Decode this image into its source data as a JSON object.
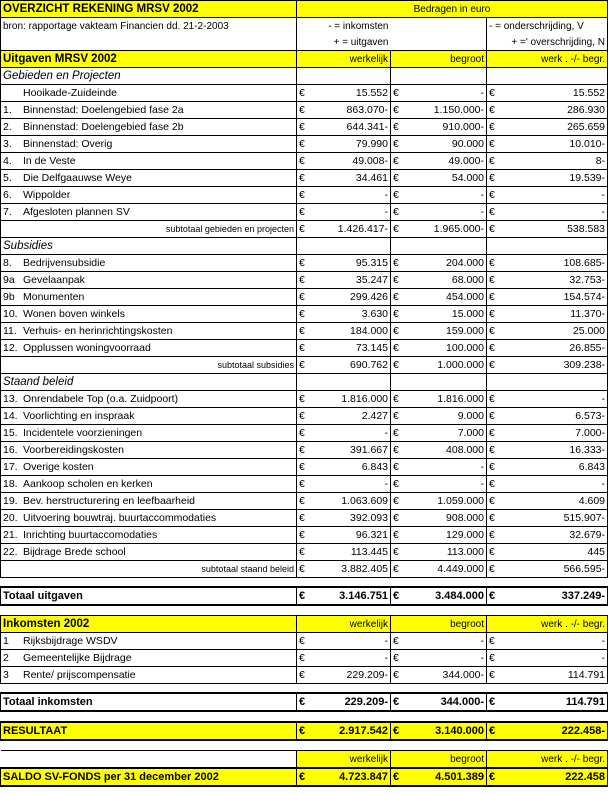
{
  "header": {
    "title": "OVERZICHT REKENING MRSV 2002",
    "currency_note": "Bedragen in euro",
    "source": "bron: rapportage vakteam Financien dd. 21-2-2003",
    "legend_minus_inkomsten": "- = inkomsten",
    "legend_plus_uitgaven": "+ = uitgaven",
    "legend_minus_onder": "- = onderschrijding, V",
    "legend_plus_over": "+ =' overschrijding, N"
  },
  "columns": {
    "werkelijk": "werkelijk",
    "begroot": "begroot",
    "verschil": "werk . -/- begr."
  },
  "euro": "€",
  "uitgaven": {
    "title": "Uitgaven MRSV 2002",
    "gebieden": {
      "title": "Gebieden en Projecten",
      "rows": [
        {
          "nr": "",
          "label": "Hooikade-Zuideinde",
          "werkelijk": "15.552",
          "begroot": "-",
          "verschil": "15.552"
        },
        {
          "nr": "1.",
          "label": "Binnenstad: Doelengebied fase 2a",
          "werkelijk": "863.070-",
          "begroot": "1.150.000-",
          "verschil": "286.930"
        },
        {
          "nr": "2.",
          "label": "Binnenstad: Doelengebied fase 2b",
          "werkelijk": "644.341-",
          "begroot": "910.000-",
          "verschil": "265.659"
        },
        {
          "nr": "3.",
          "label": "Binnenstad: Overig",
          "werkelijk": "79.990",
          "begroot": "90.000",
          "verschil": "10.010-"
        },
        {
          "nr": "4.",
          "label": "In de Veste",
          "werkelijk": "49.008-",
          "begroot": "49.000-",
          "verschil": "8-"
        },
        {
          "nr": "5.",
          "label": "Die Delfgaauwse Weye",
          "werkelijk": "34.461",
          "begroot": "54.000",
          "verschil": "19.539-"
        },
        {
          "nr": "6.",
          "label": "Wippolder",
          "werkelijk": "-",
          "begroot": "-",
          "verschil": "-"
        },
        {
          "nr": "7.",
          "label": "Afgesloten plannen SV",
          "werkelijk": "-",
          "begroot": "-",
          "verschil": "-"
        }
      ],
      "subtotal": {
        "label": "subtotaal gebieden en projecten",
        "werkelijk": "1.426.417-",
        "begroot": "1.965.000-",
        "verschil": "538.583"
      }
    },
    "subsidies": {
      "title": "Subsidies",
      "rows": [
        {
          "nr": "8.",
          "label": "Bedrijvensubsidie",
          "werkelijk": "95.315",
          "begroot": "204.000",
          "verschil": "108.685-"
        },
        {
          "nr": "9a",
          "label": "Gevelaanpak",
          "werkelijk": "35.247",
          "begroot": "68.000",
          "verschil": "32.753-"
        },
        {
          "nr": "9b",
          "label": "Monumenten",
          "werkelijk": "299.426",
          "begroot": "454.000",
          "verschil": "154.574-"
        },
        {
          "nr": "10.",
          "label": "Wonen boven winkels",
          "werkelijk": "3.630",
          "begroot": "15.000",
          "verschil": "11.370-"
        },
        {
          "nr": "11.",
          "label": "Verhuis- en herinrichtingskosten",
          "werkelijk": "184.000",
          "begroot": "159.000",
          "verschil": "25.000"
        },
        {
          "nr": "12.",
          "label": "Opplussen woningvoorraad",
          "werkelijk": "73.145",
          "begroot": "100.000",
          "verschil": "26.855-"
        }
      ],
      "subtotal": {
        "label": "subtotaal subsidies",
        "werkelijk": "690.762",
        "begroot": "1.000.000",
        "verschil": "309.238-"
      }
    },
    "staand": {
      "title": "Staand beleid",
      "rows": [
        {
          "nr": "13.",
          "label": "Onrendabele Top (o.a. Zuidpoort)",
          "werkelijk": "1.816.000",
          "begroot": "1.816.000",
          "verschil": "-"
        },
        {
          "nr": "14.",
          "label": "Voorlichting en inspraak",
          "werkelijk": "2.427",
          "begroot": "9.000",
          "verschil": "6.573-"
        },
        {
          "nr": "15.",
          "label": "Incidentele voorzieningen",
          "werkelijk": "-",
          "begroot": "7.000",
          "verschil": "7.000-"
        },
        {
          "nr": "16.",
          "label": "Voorbereidingskosten",
          "werkelijk": "391.667",
          "begroot": "408.000",
          "verschil": "16.333-"
        },
        {
          "nr": "17.",
          "label": "Overige kosten",
          "werkelijk": "6.843",
          "begroot": "-",
          "verschil": "6.843"
        },
        {
          "nr": "18.",
          "label": "Aankoop scholen en kerken",
          "werkelijk": "-",
          "begroot": "-",
          "verschil": "-"
        },
        {
          "nr": "19.",
          "label": "Bev. herstructurering en leefbaarheid",
          "werkelijk": "1.063.609",
          "begroot": "1.059.000",
          "verschil": "4.609"
        },
        {
          "nr": "20.",
          "label": "Uitvoering bouwtraj. buurtaccommodaties",
          "werkelijk": "392.093",
          "begroot": "908.000",
          "verschil": "515.907-"
        },
        {
          "nr": "21.",
          "label": "Inrichting buurtaccomodaties",
          "werkelijk": "96.321",
          "begroot": "129.000",
          "verschil": "32.679-"
        },
        {
          "nr": "22.",
          "label": "Bijdrage Brede school",
          "werkelijk": "113.445",
          "begroot": "113.000",
          "verschil": "445"
        }
      ],
      "subtotal": {
        "label": "subtotaal staand beleid",
        "werkelijk": "3.882.405",
        "begroot": "4.449.000",
        "verschil": "566.595-"
      }
    },
    "total": {
      "label": "Totaal uitgaven",
      "werkelijk": "3.146.751",
      "begroot": "3.484.000",
      "verschil": "337.249-"
    }
  },
  "inkomsten": {
    "title": "Inkomsten 2002",
    "rows": [
      {
        "nr": "1",
        "label": "Rijksbijdrage WSDV",
        "werkelijk": "-",
        "begroot": "-",
        "verschil": "-"
      },
      {
        "nr": "2",
        "label": "Gemeentelijke Bijdrage",
        "werkelijk": "-",
        "begroot": "-",
        "verschil": "-"
      },
      {
        "nr": "3",
        "label": "Rente/ prijscompensatie",
        "werkelijk": "229.209-",
        "begroot": "344.000-",
        "verschil": "114.791"
      }
    ],
    "total": {
      "label": "Totaal inkomsten",
      "werkelijk": "229.209-",
      "begroot": "344.000-",
      "verschil": "114.791"
    }
  },
  "resultaat": {
    "label": "RESULTAAT",
    "werkelijk": "2.917.542",
    "begroot": "3.140.000",
    "verschil": "222.458-"
  },
  "saldo": {
    "label": "SALDO SV-FONDS per 31 december 2002",
    "werkelijk": "4.723.847",
    "begroot": "4.501.389",
    "verschil": "222.458"
  }
}
